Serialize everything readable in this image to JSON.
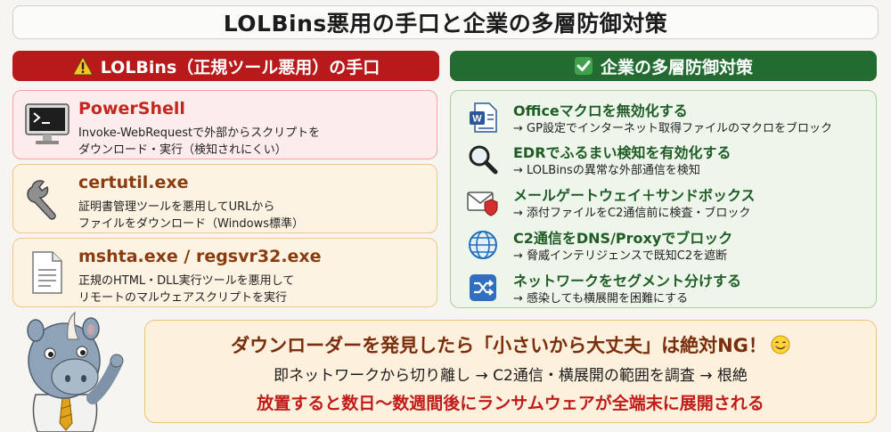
{
  "title": "LOLBins悪用の手口と企業の多層防御対策",
  "attack_column": {
    "header": "LOLBins（正規ツール悪用）の手口",
    "header_icon": "warning-icon",
    "cards": [
      {
        "title": "PowerShell",
        "icon": "terminal-monitor-icon",
        "lines": [
          "Invoke-WebRequestで外部からスクリプトを",
          "ダウンロード・実行（検知されにくい）"
        ]
      },
      {
        "title": "certutil.exe",
        "icon": "wrench-icon",
        "lines": [
          "証明書管理ツールを悪用してURLから",
          "ファイルをダウンロード（Windows標準）"
        ]
      },
      {
        "title": "mshta.exe / regsvr32.exe",
        "icon": "document-icon",
        "lines": [
          "正規のHTML・DLL実行ツールを悪用して",
          "リモートのマルウェアスクリプトを実行"
        ]
      }
    ]
  },
  "defense_column": {
    "header": "企業の多層防御対策",
    "header_icon": "check-box-icon",
    "items": [
      {
        "title": "Officeマクロを無効化する",
        "desc": "→ GP設定でインターネット取得ファイルのマクロをブロック",
        "icon": "word-document-icon"
      },
      {
        "title": "EDRでふるまい検知を有効化する",
        "desc": "→ LOLBinsの異常な外部通信を検知",
        "icon": "magnifier-icon"
      },
      {
        "title": "メールゲートウェイ＋サンドボックス",
        "desc": "→ 添付ファイルをC2通信前に検査・ブロック",
        "icon": "mail-shield-icon"
      },
      {
        "title": "C2通信をDNS/Proxyでブロック",
        "desc": "→ 脅威インテリジェンスで既知C2を遮断",
        "icon": "globe-icon"
      },
      {
        "title": "ネットワークをセグメント分けする",
        "desc": "→ 感染しても横展開を困難にする",
        "icon": "shuffle-icon"
      }
    ]
  },
  "callout": {
    "line1": "ダウンローダーを発見したら「小さいから大丈夫」は絶対NG！",
    "line1_emoji": "smiling-face-icon",
    "line2": "即ネットワークから切り離し → C2通信・横展開の範囲を調査 → 根絶",
    "line3": "放置すると数日〜数週間後にランサムウェアが全端末に展開される"
  },
  "mascot": "rhino-mascot",
  "colors": {
    "attack_header": "#b8191b",
    "defense_header": "#226b31",
    "warning_red": "#c01d1a",
    "defense_text": "#1f5c26"
  }
}
